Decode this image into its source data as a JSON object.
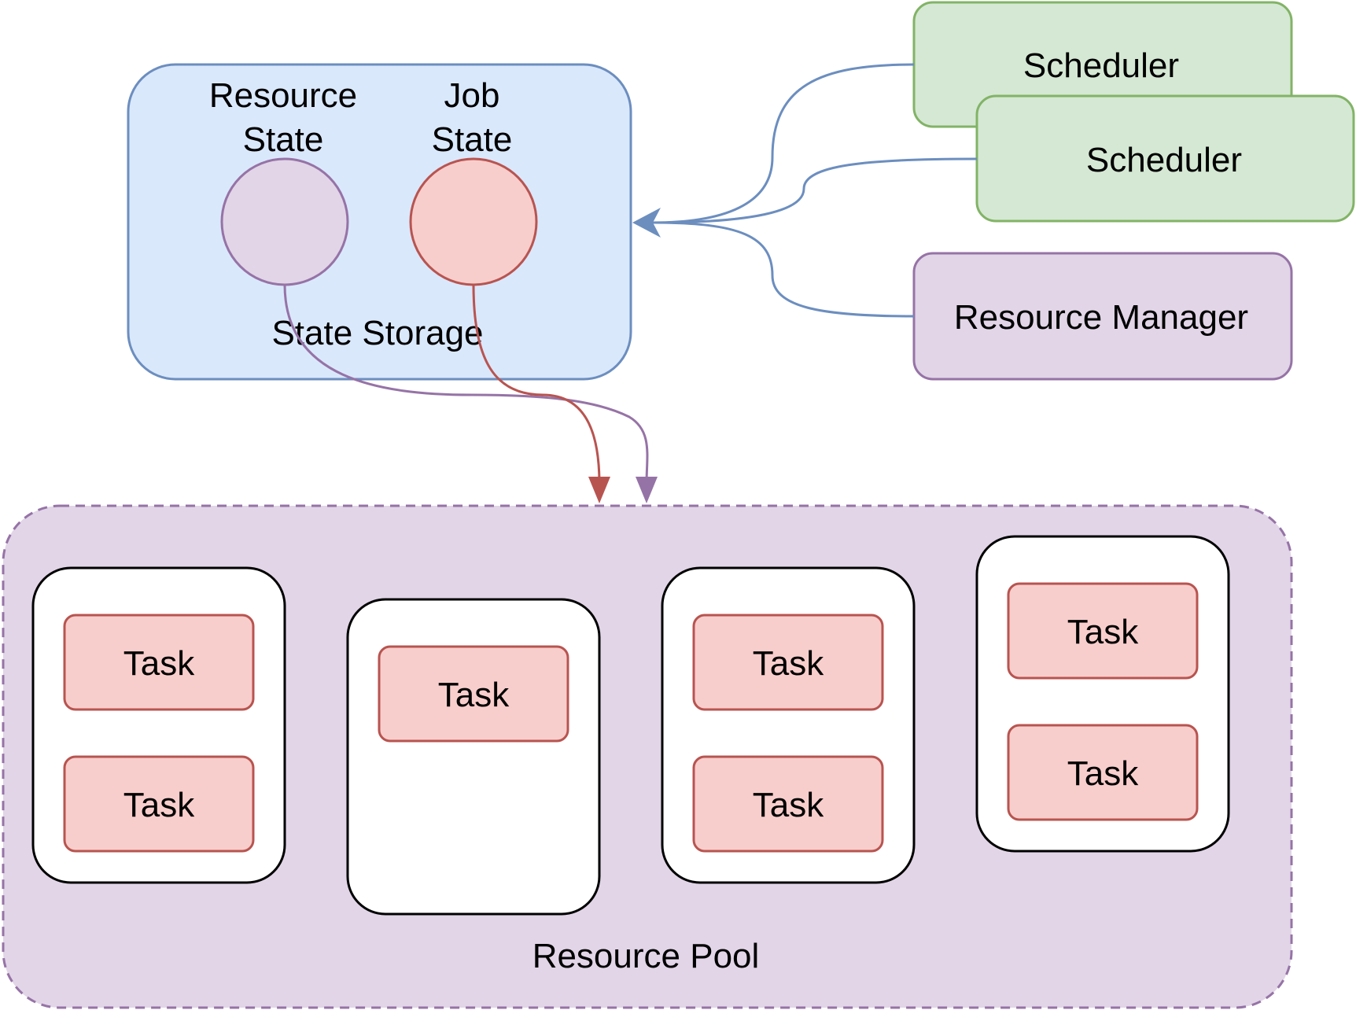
{
  "colors": {
    "storage_fill": "#dae8fc",
    "storage_stroke": "#6c8ebf",
    "scheduler_fill": "#d5e8d4",
    "scheduler_stroke": "#82b366",
    "purple_fill": "#e1d5e7",
    "purple_stroke": "#9673a6",
    "task_fill": "#f8cecc",
    "task_stroke": "#b85450",
    "node_fill": "#ffffff",
    "node_stroke": "#000000"
  },
  "state_storage": {
    "label": "State Storage",
    "resource_state": {
      "line1": "Resource",
      "line2": "State"
    },
    "job_state": {
      "line1": "Job",
      "line2": "State"
    }
  },
  "schedulers": [
    {
      "label": "Scheduler"
    },
    {
      "label": "Scheduler"
    }
  ],
  "resource_manager": {
    "label": "Resource Manager"
  },
  "resource_pool": {
    "label": "Resource Pool",
    "nodes": [
      {
        "tasks": [
          "Task",
          "Task"
        ]
      },
      {
        "tasks": [
          "Task"
        ]
      },
      {
        "tasks": [
          "Task",
          "Task"
        ]
      },
      {
        "tasks": [
          "Task",
          "Task"
        ]
      }
    ]
  }
}
